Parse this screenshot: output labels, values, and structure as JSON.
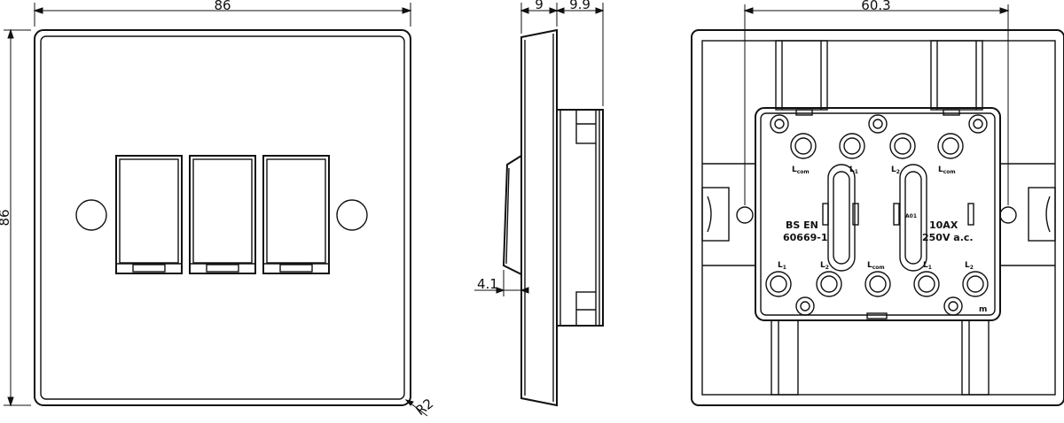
{
  "dimensions": {
    "width_front": "86",
    "height_front": "86",
    "depth_plate": "9",
    "depth_back": "9.9",
    "rocker_projection": "4.1",
    "corner_radius": "R2",
    "fixing_centres": "60.3"
  },
  "back_view": {
    "terminal_labels_top": [
      {
        "main": "L",
        "sub": "com"
      },
      {
        "main": "L",
        "sub": "1"
      },
      {
        "main": "L",
        "sub": "2"
      },
      {
        "main": "L",
        "sub": "com"
      }
    ],
    "terminal_labels_bottom": [
      {
        "main": "L",
        "sub": "1"
      },
      {
        "main": "L",
        "sub": "2"
      },
      {
        "main": "L",
        "sub": "com"
      },
      {
        "main": "L",
        "sub": "1"
      },
      {
        "main": "L",
        "sub": "2"
      }
    ],
    "standard_line1": "BS EN",
    "standard_line2": "60669-1",
    "rating_line1": "10AX",
    "rating_line2": "250V  a.c.",
    "code": "A01",
    "mark": "m"
  }
}
